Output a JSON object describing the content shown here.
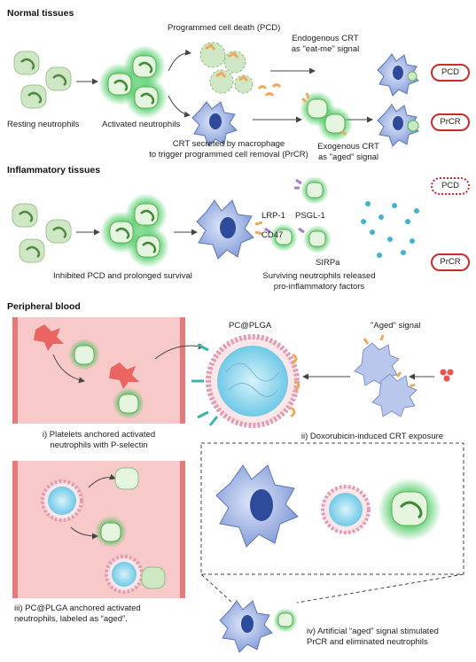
{
  "colors": {
    "neutrophil_resting": "#cfe7c4",
    "neutrophil_active_glow": "#2ec24a",
    "macrophage": "#9fb5e3",
    "vessel": "#f7c9c9",
    "crt": "#f0a860",
    "pill_border": "#cc2b2b",
    "factor_dots": "#3fb3cf"
  },
  "sections": {
    "normal": {
      "title": "Normal tissues",
      "resting": "Resting neutrophils",
      "activated": "Activated neutrophils",
      "pcd_label": "Programmed cell death (PCD)",
      "endogenous_1": "Endogenous CRT",
      "endogenous_2": "as \"eat-me\" signal",
      "macro_1": "CRT secreted by macrophage",
      "macro_2": "to trigger programmed cell removal (PrCR)",
      "exogenous_1": "Exogenous CRT",
      "exogenous_2": "as \"aged\" signal",
      "pill_pcd": "PCD",
      "pill_prcr": "PrCR"
    },
    "inflammatory": {
      "title": "Inflammatory tissues",
      "inhibited": "Inhibited PCD and prolonged survival",
      "lrp1": "LRP-1",
      "cd47": "CD47",
      "psgl1": "PSGL-1",
      "sirpa": "SIRPa",
      "surviving_1": "Surviving neutrophils released",
      "surviving_2": "pro-inflammatory factors",
      "pill_pcd": "PCD",
      "pill_prcr": "PrCR"
    },
    "peripheral": {
      "title": "Peripheral blood",
      "pc_plga": "PC@PLGA",
      "aged_signal": "\"Aged\" signal",
      "cap_i_1": "i) Platelets anchored activated",
      "cap_i_2": "neutrophils with P-selectin",
      "cap_ii": "ii) Doxorubicin-induced CRT exposure",
      "cap_iii_1": "iii) PC@PLGA anchored activated",
      "cap_iii_2": "neutrophils, labeled as “aged”.",
      "cap_iv_1": "iv) Artificial “aged” signal stimulated",
      "cap_iv_2": "PrCR and eliminated neutrophils"
    }
  }
}
